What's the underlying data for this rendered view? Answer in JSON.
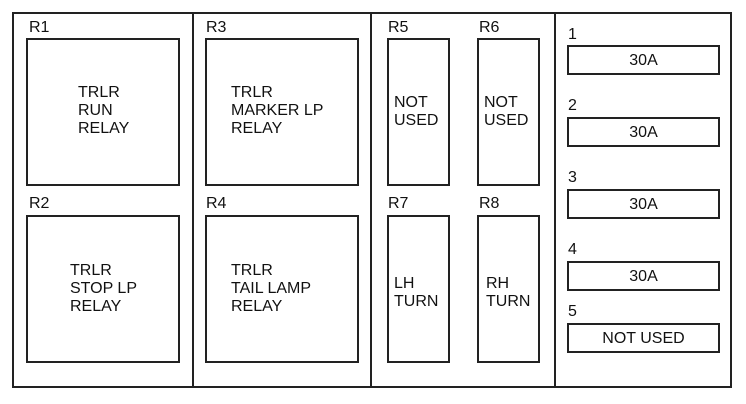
{
  "relays": [
    {
      "id": "R1",
      "text": "TRLR\nRUN\nRELAY"
    },
    {
      "id": "R2",
      "text": "TRLR\nSTOP LP\nRELAY"
    },
    {
      "id": "R3",
      "text": "TRLR\nMARKER LP\nRELAY"
    },
    {
      "id": "R4",
      "text": "TRLR\nTAIL LAMP\nRELAY"
    },
    {
      "id": "R5",
      "text": "NOT\nUSED"
    },
    {
      "id": "R6",
      "text": "NOT\nUSED"
    },
    {
      "id": "R7",
      "text": "LH\nTURN"
    },
    {
      "id": "R8",
      "text": "RH\nTURN"
    }
  ],
  "fuses": [
    {
      "id": "1",
      "rating": "30A"
    },
    {
      "id": "2",
      "rating": "30A"
    },
    {
      "id": "3",
      "rating": "30A"
    },
    {
      "id": "4",
      "rating": "30A"
    },
    {
      "id": "5",
      "rating": "NOT USED"
    }
  ]
}
